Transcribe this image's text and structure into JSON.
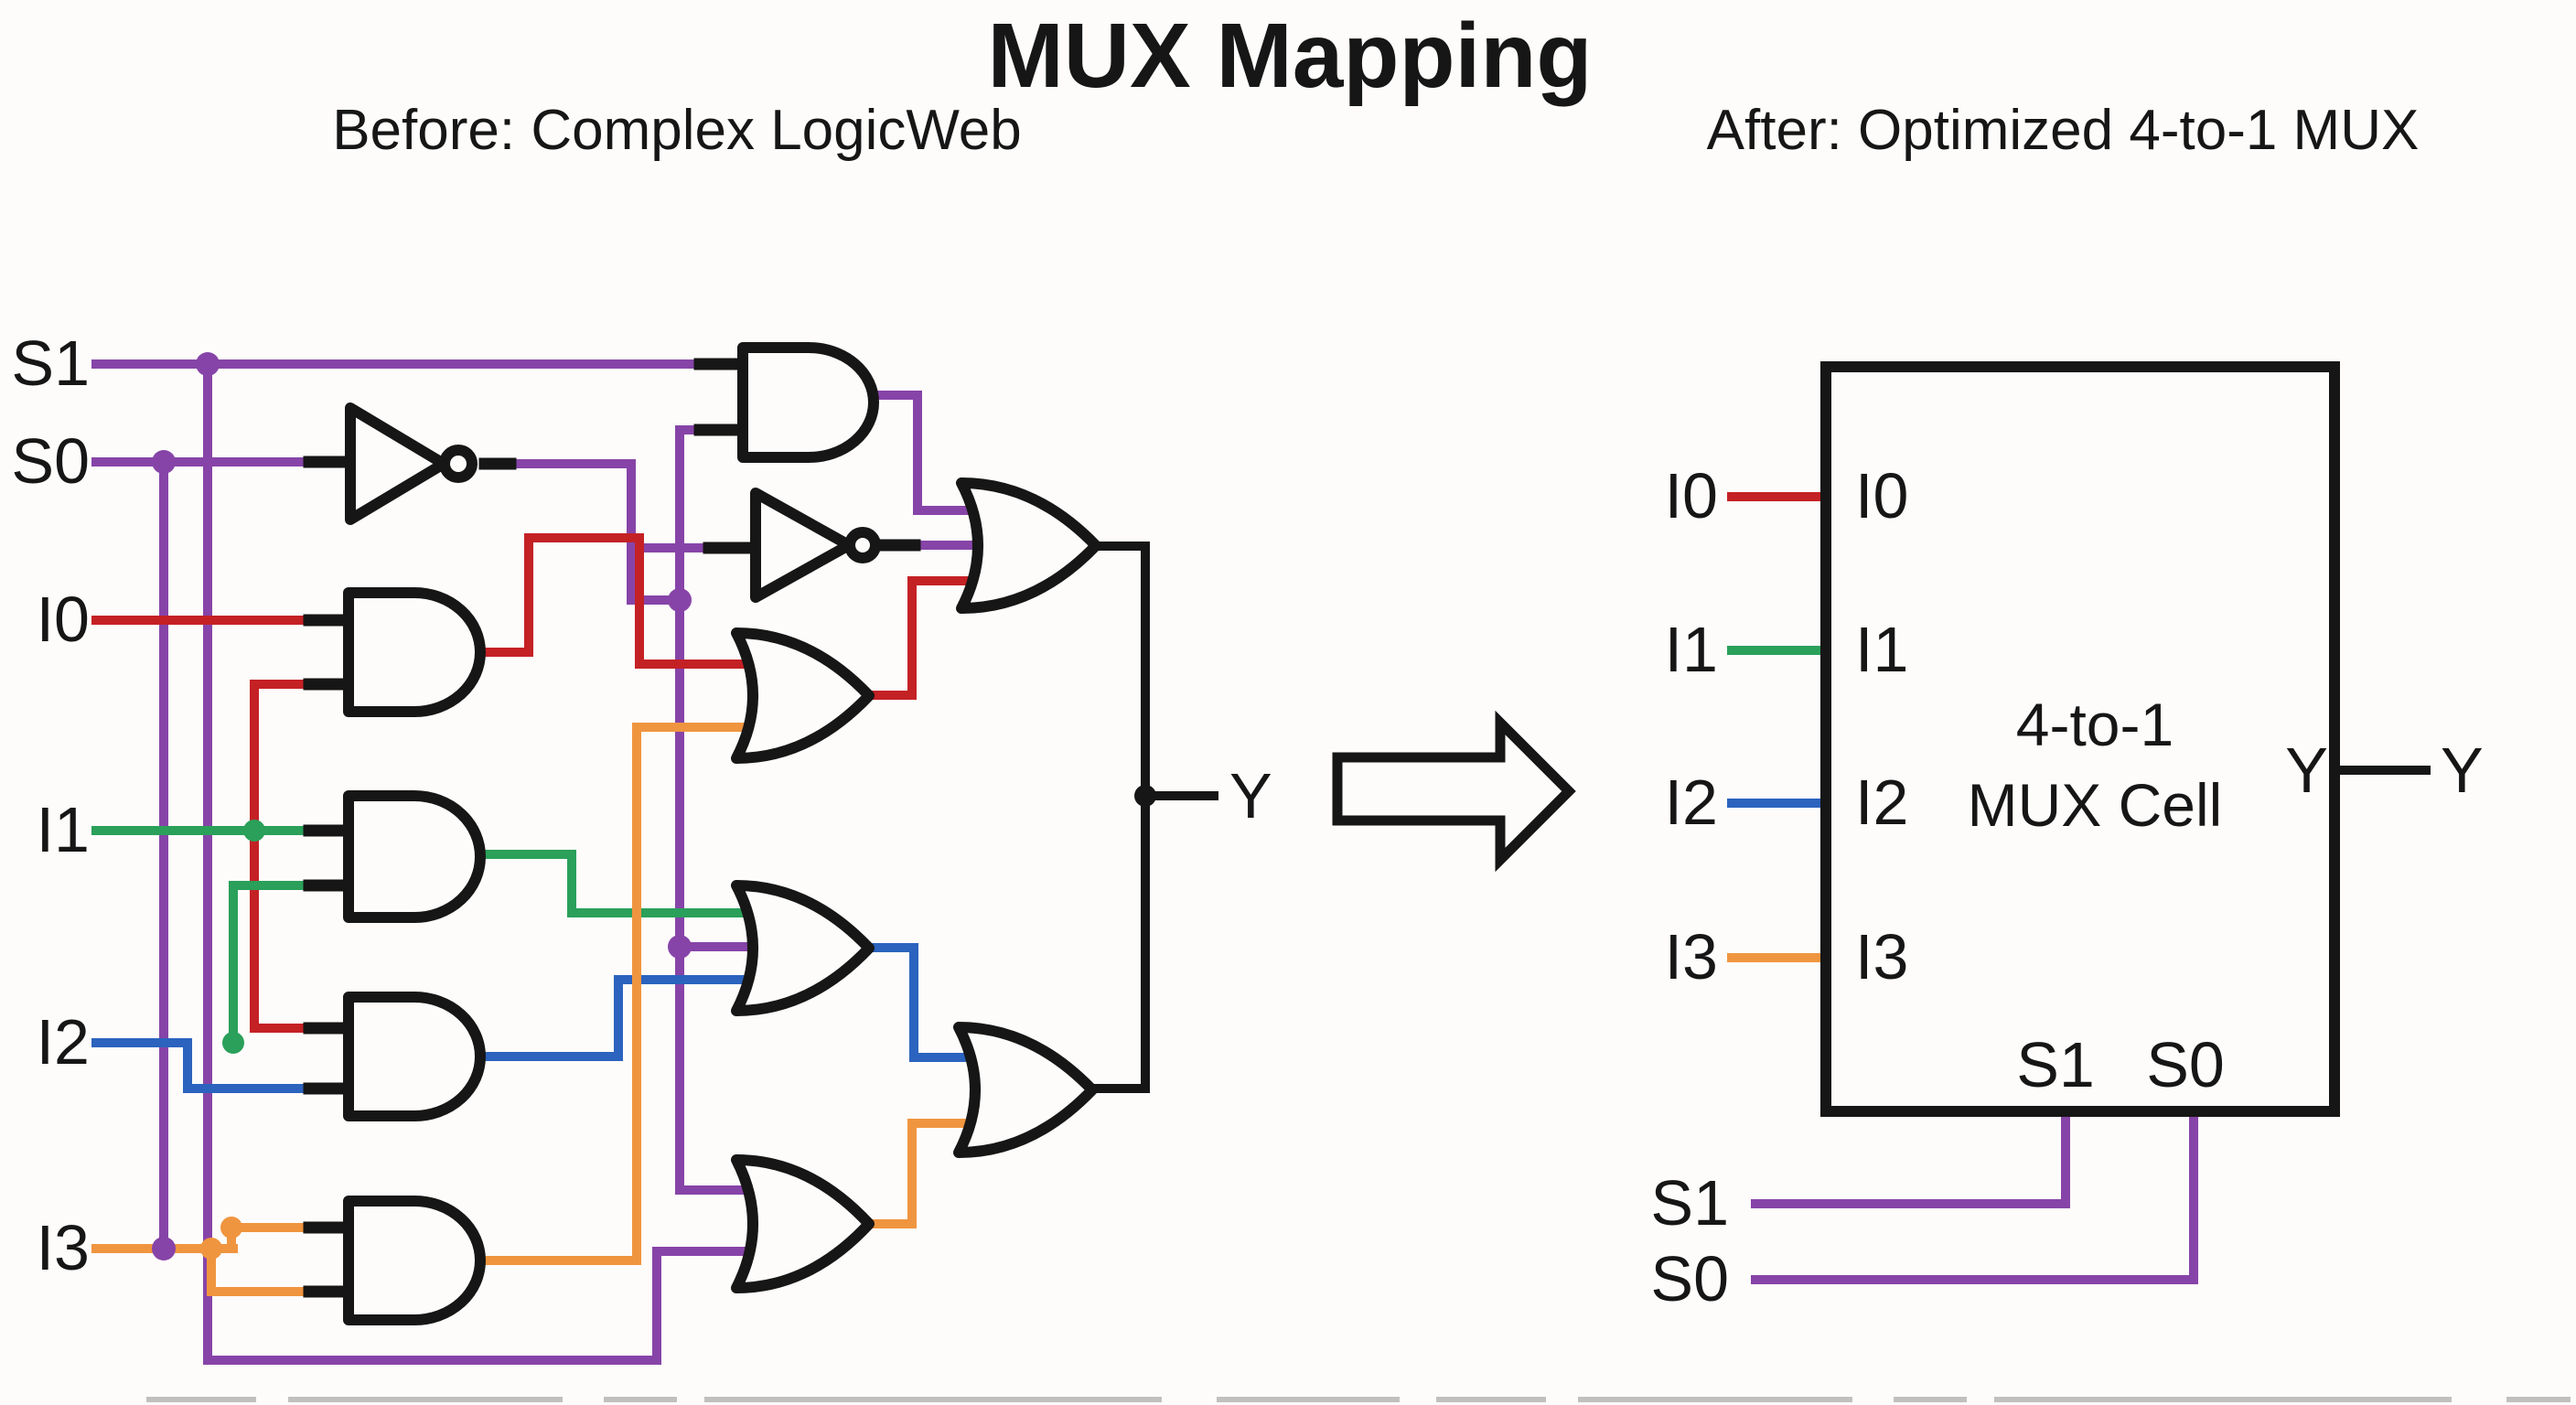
{
  "page": {
    "title": "MUX Mapping"
  },
  "left": {
    "subtitle": "Before: Complex LogicWeb",
    "inputs": {
      "s1": "S1",
      "s0": "S0",
      "i0": "I0",
      "i1": "I1",
      "i2": "I2",
      "i3": "I3"
    },
    "output": "Y",
    "gate_types": [
      "NOT",
      "NOT",
      "AND",
      "AND",
      "AND",
      "AND",
      "AND",
      "OR",
      "OR",
      "OR",
      "OR",
      "OR"
    ]
  },
  "right": {
    "subtitle": "After: Optimized 4-to-1 MUX",
    "cell": {
      "line1": "4-to-1",
      "line2": "MUX Cell"
    },
    "inputs": {
      "i0": "I0",
      "i1": "I1",
      "i2": "I2",
      "i3": "I3"
    },
    "selects": {
      "s1": "S1",
      "s0": "S0"
    },
    "output": "Y"
  },
  "colors": {
    "ink": "#161616",
    "purple": "#8744A8",
    "red": "#C42125",
    "green": "#2AA05A",
    "blue": "#2B63BE",
    "orange": "#F0953F",
    "paper": "#FDFCFB"
  }
}
